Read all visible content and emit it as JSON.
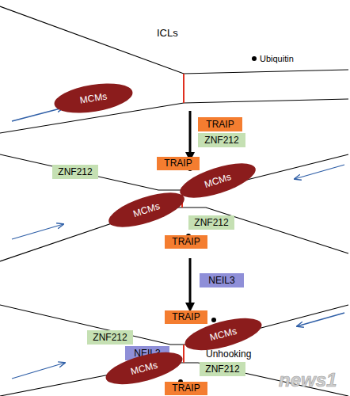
{
  "diagram": {
    "nodes": [
      {
        "text": [
          "MCMs"
        ]
      },
      {
        "text": [
          "TRAIP"
        ]
      },
      {
        "text": [
          "ZNF212"
        ]
      },
      {
        "text": [
          "ZNF212"
        ]
      },
      {
        "text": [
          "TRAIP"
        ]
      },
      {
        "text": [
          "MCMs"
        ]
      },
      {
        "text": [
          "MCMs"
        ]
      },
      {
        "text": [
          "ZNF212"
        ]
      },
      {
        "text": [
          "TRAIP"
        ]
      },
      {
        "text": [
          "NEIL3"
        ]
      },
      {
        "text": [
          "TRAIP"
        ]
      },
      {
        "text": [
          "ZNF212"
        ]
      },
      {
        "text": [
          "MCMs"
        ]
      },
      {
        "text": [
          "NEIL3"
        ]
      },
      {
        "text": [
          "MCMs"
        ]
      },
      {
        "text": [
          "ZNF212"
        ]
      },
      {
        "text": [
          "TRAIP"
        ]
      }
    ],
    "labels": [
      "ICLs",
      "Unhooking",
      "news1"
    ],
    "legend": [
      {
        "text": "Ubiquitin",
        "color": "#000000"
      }
    ]
  }
}
